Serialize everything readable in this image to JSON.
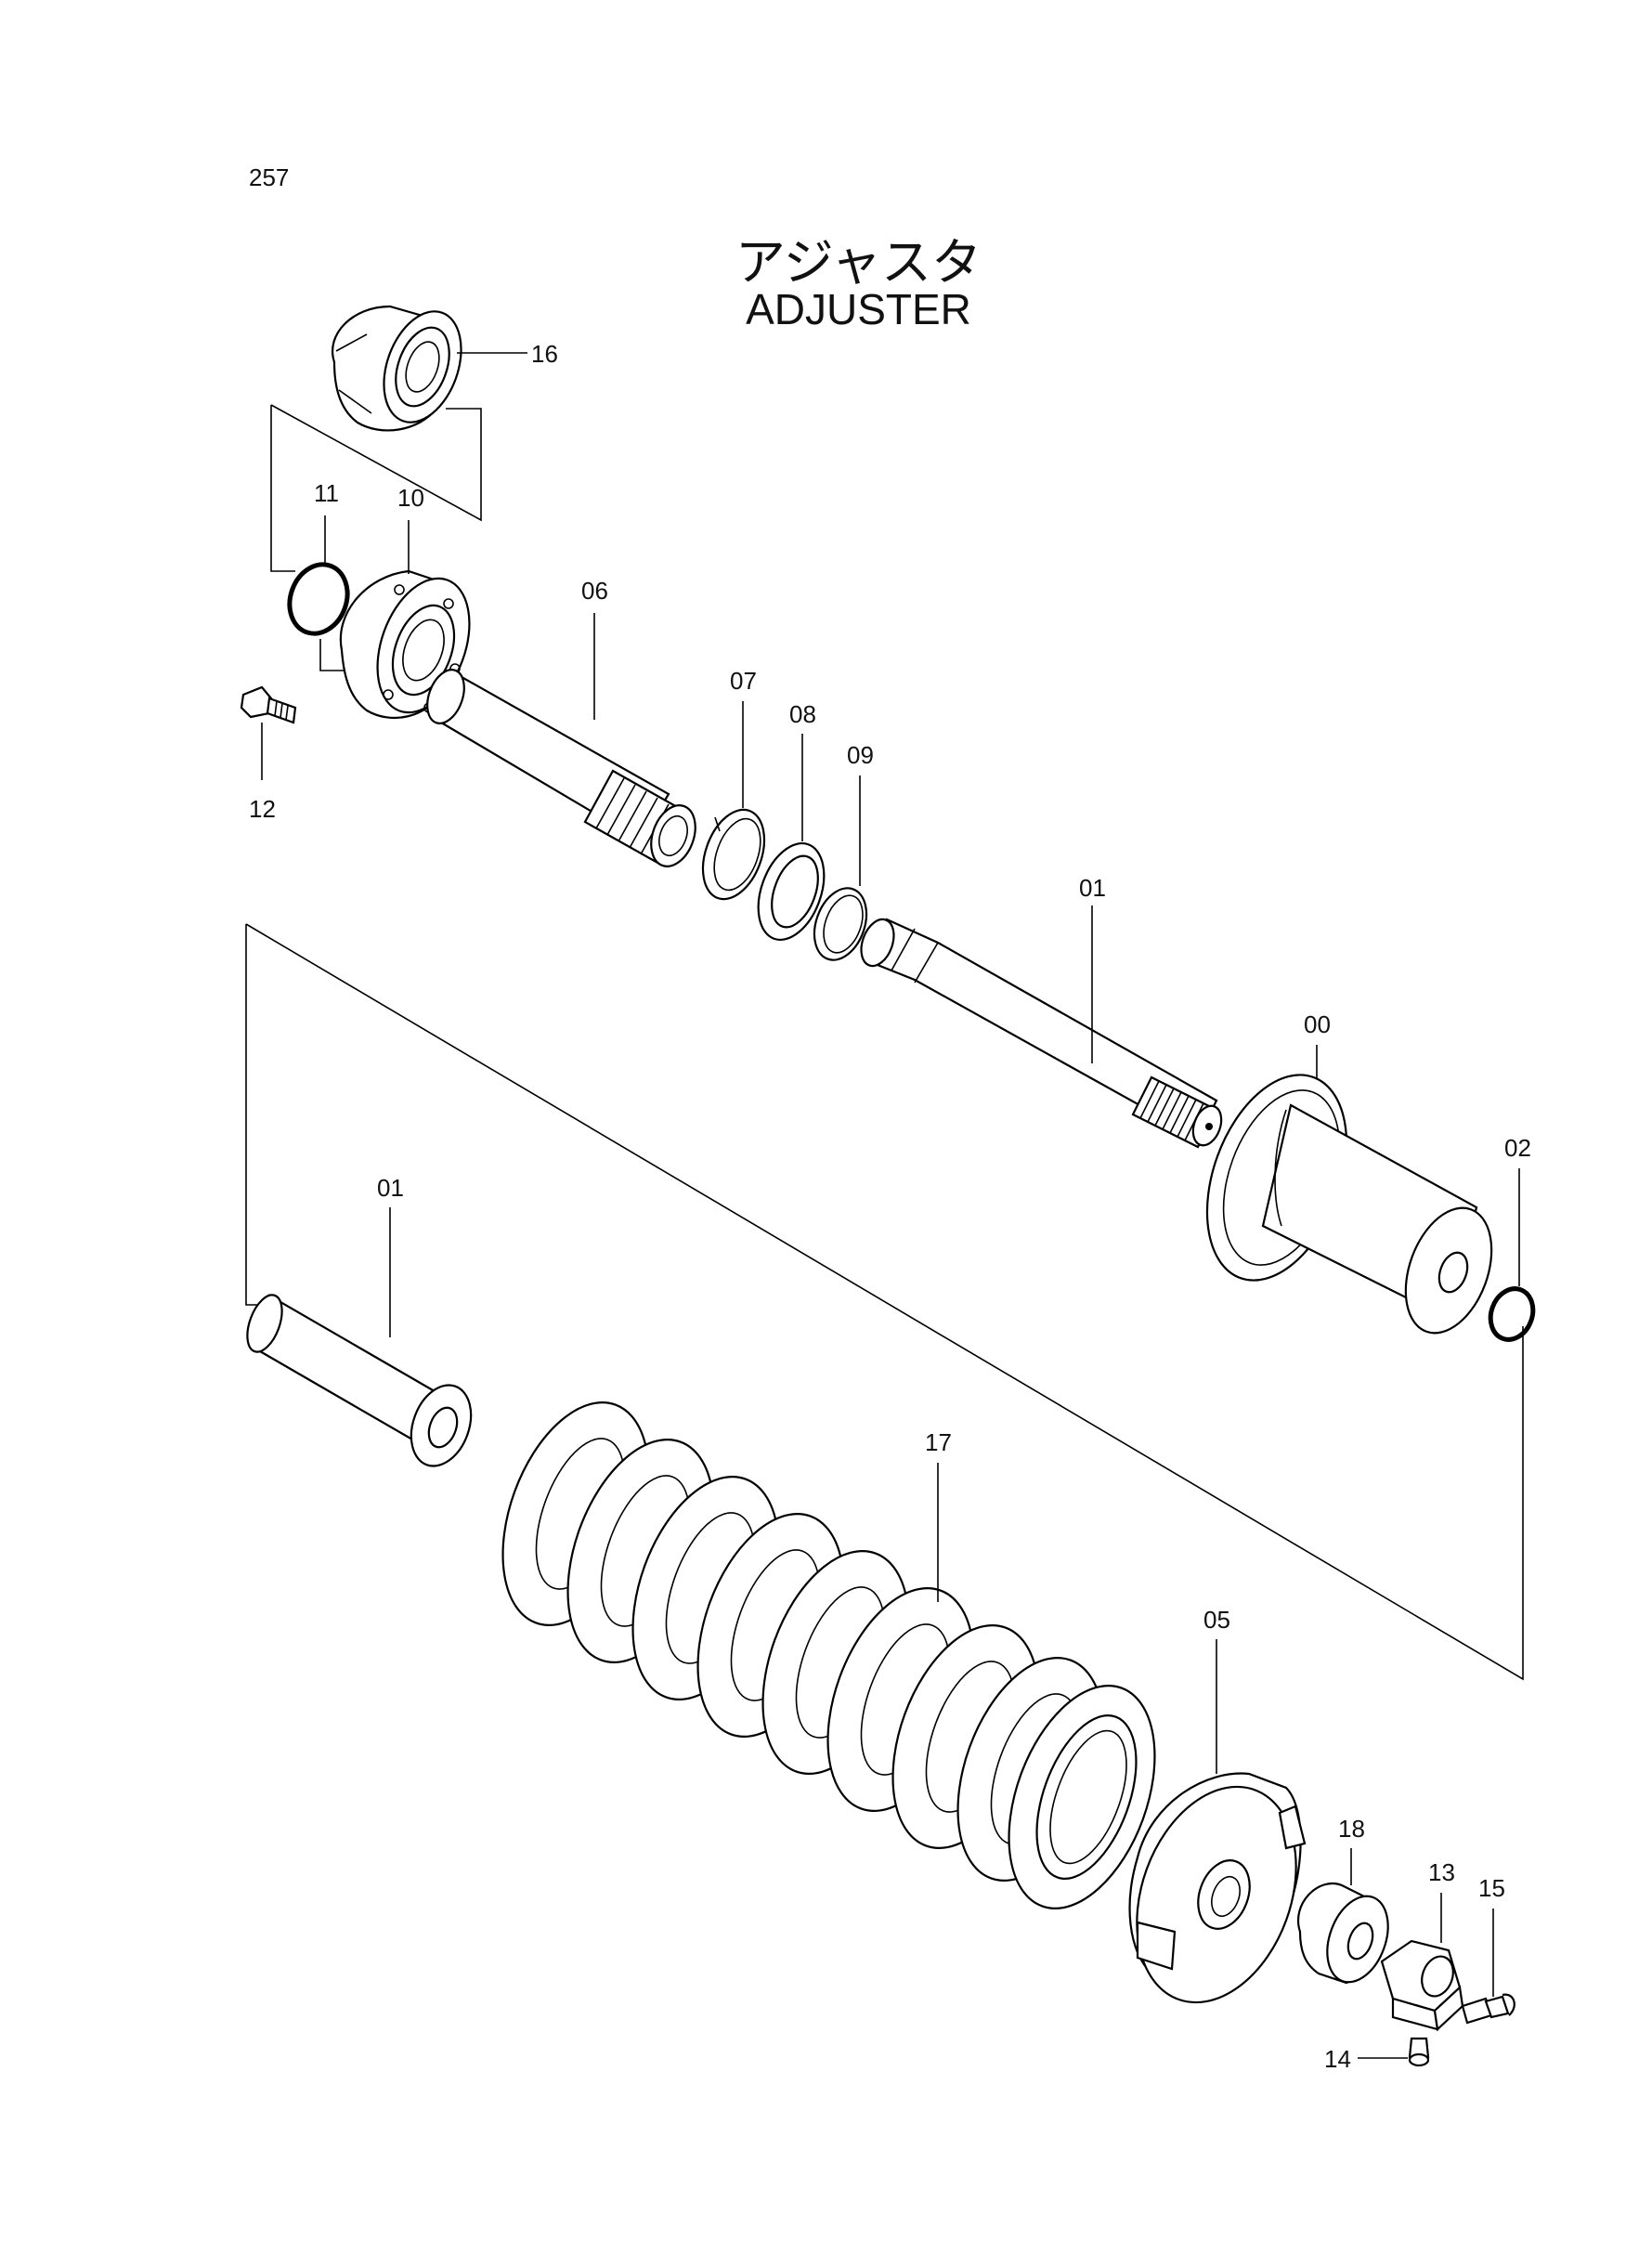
{
  "page": {
    "number": "257",
    "title_ja": "アジャスタ",
    "title_en": "ADJUSTER"
  },
  "parts": [
    {
      "id": "p16",
      "label": "16"
    },
    {
      "id": "p11",
      "label": "11"
    },
    {
      "id": "p10",
      "label": "10"
    },
    {
      "id": "p12",
      "label": "12"
    },
    {
      "id": "p06",
      "label": "06"
    },
    {
      "id": "p07",
      "label": "07"
    },
    {
      "id": "p08",
      "label": "08"
    },
    {
      "id": "p09",
      "label": "09"
    },
    {
      "id": "p01a",
      "label": "01"
    },
    {
      "id": "p00",
      "label": "00"
    },
    {
      "id": "p02",
      "label": "02"
    },
    {
      "id": "p01b",
      "label": "01"
    },
    {
      "id": "p17",
      "label": "17"
    },
    {
      "id": "p05",
      "label": "05"
    },
    {
      "id": "p18",
      "label": "18"
    },
    {
      "id": "p13",
      "label": "13"
    },
    {
      "id": "p15",
      "label": "15"
    },
    {
      "id": "p14",
      "label": "14"
    }
  ]
}
